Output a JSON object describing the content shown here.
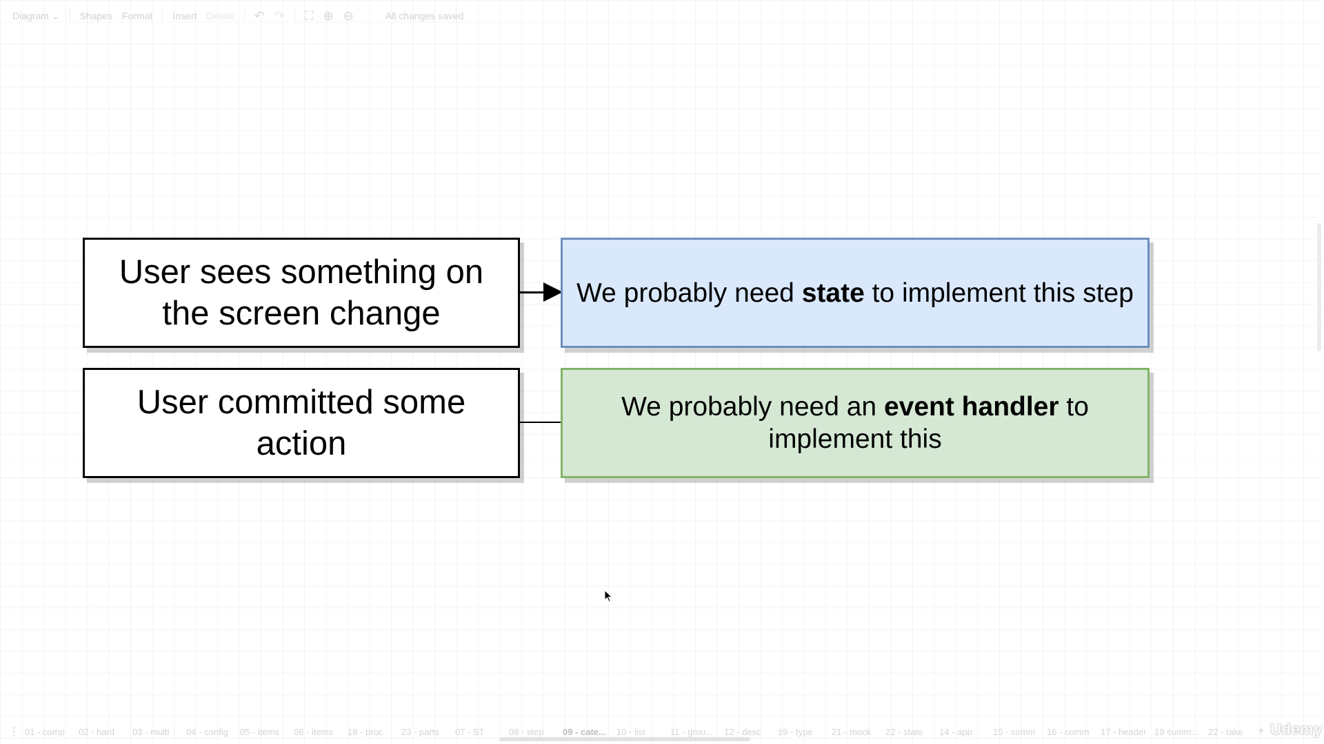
{
  "toolbar": {
    "diagram_menu": "Diagram",
    "shapes": "Shapes",
    "format": "Format",
    "insert": "Insert",
    "delete": "Delete",
    "status": "All changes saved"
  },
  "boxes": {
    "box1": "User sees something on the screen change",
    "box2_pre": "We probably need ",
    "box2_bold": "state",
    "box2_post": " to implement this step",
    "box3": "User committed some action",
    "box4_pre": "We probably need an ",
    "box4_bold": "event handler",
    "box4_post": " to implement this"
  },
  "colors": {
    "blue_fill": "#dae8fc",
    "blue_border": "#6c8ebf",
    "green_fill": "#d5e8d4",
    "green_border": "#82b366"
  },
  "pages": {
    "tabs": [
      "01 - comp",
      "02 - hard",
      "03 - multi",
      "04 - config",
      "05 - items",
      "06 - items",
      "18 - proc",
      "23 - parts",
      "07 - ST",
      "08 - step",
      "09 - cate...",
      "10 - list",
      "11 - grou...",
      "12 - desc",
      "19 - type",
      "21 - mock",
      "22 - state",
      "14 - app",
      "15 - comm",
      "16 - comm",
      "17 - header",
      "19 summ...",
      "22 - take"
    ]
  },
  "watermark": "Udemy"
}
